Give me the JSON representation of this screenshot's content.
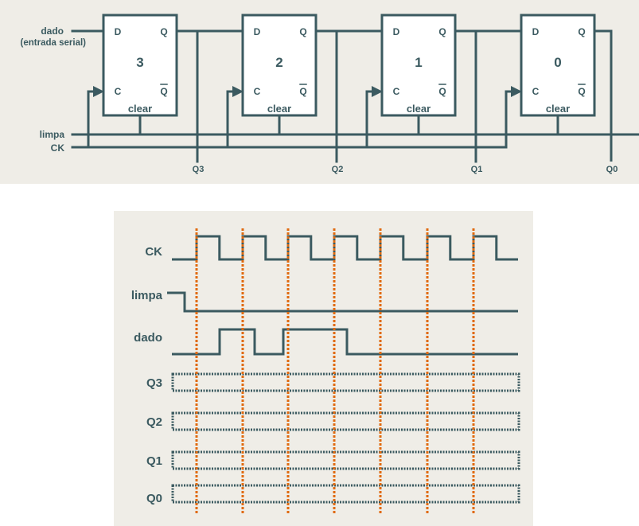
{
  "colors": {
    "panel_bg": "#efede7",
    "wire": "#3b5a60",
    "box_fill": "#ffffff",
    "clock_marker": "#e06a10",
    "text": "#3b5a60"
  },
  "circuit": {
    "title": "Registrador de deslocamento com 4 flip-flops D",
    "inputs": {
      "dado_label": "dado",
      "dado_sublabel": "(entrada serial)",
      "limpa_label": "limpa",
      "ck_label": "CK"
    },
    "flipflops": [
      {
        "index": "3",
        "d": "D",
        "q": "Q",
        "c": "C",
        "qbar": "Q",
        "clear": "clear",
        "output": "Q3"
      },
      {
        "index": "2",
        "d": "D",
        "q": "Q",
        "c": "C",
        "qbar": "Q",
        "clear": "clear",
        "output": "Q2"
      },
      {
        "index": "1",
        "d": "D",
        "q": "Q",
        "c": "C",
        "qbar": "Q",
        "clear": "clear",
        "output": "Q1"
      },
      {
        "index": "0",
        "d": "D",
        "q": "Q",
        "c": "C",
        "qbar": "Q",
        "clear": "clear",
        "output": "Q0"
      }
    ]
  },
  "timing": {
    "signals": [
      {
        "name": "CK",
        "kind": "clock",
        "cycles": 8
      },
      {
        "name": "limpa",
        "kind": "digital",
        "initial": 1,
        "transitions": [
          0.1
        ]
      },
      {
        "name": "dado",
        "kind": "digital",
        "initial": 0,
        "transitions": [
          1.5,
          2.6,
          3.5,
          5.5
        ]
      },
      {
        "name": "Q3",
        "kind": "unknown"
      },
      {
        "name": "Q2",
        "kind": "unknown"
      },
      {
        "name": "Q1",
        "kind": "unknown"
      },
      {
        "name": "Q0",
        "kind": "unknown"
      }
    ],
    "clock_edges": 7
  }
}
